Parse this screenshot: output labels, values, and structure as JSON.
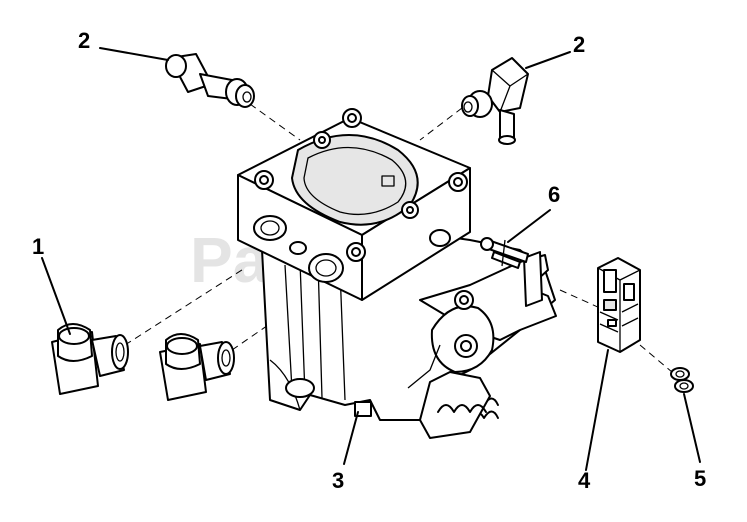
{
  "watermark": "PartsTree",
  "callouts": {
    "c1": "1",
    "c2a": "2",
    "c2b": "2",
    "c3": "3",
    "c4": "4",
    "c5": "5",
    "c6": "6"
  }
}
